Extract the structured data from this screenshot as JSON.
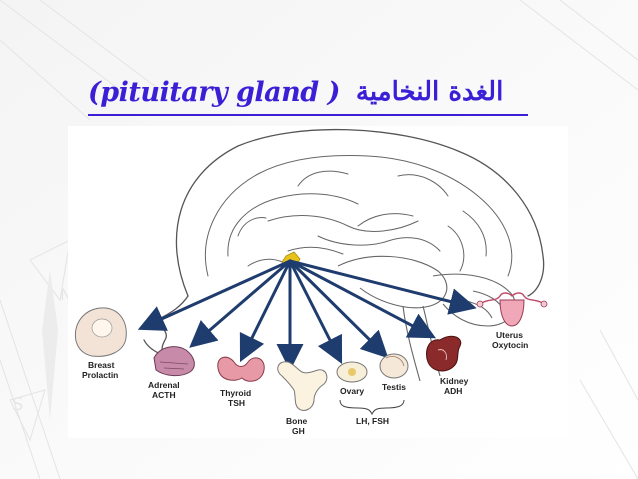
{
  "title": {
    "english": "(pituitary gland )",
    "arabic": "الغدة النخامية"
  },
  "colors": {
    "title": "#3a1fd6",
    "arrow": "#1f3c6e",
    "gland": "#e8c21a"
  },
  "targets": [
    {
      "line1": "Breast",
      "line2": "Prolactin"
    },
    {
      "line1": "Adrenal",
      "line2": "ACTH"
    },
    {
      "line1": "Thyroid",
      "line2": "TSH"
    },
    {
      "line1": "Bone",
      "line2": "GH"
    },
    {
      "line1": "Ovary",
      "line2": ""
    },
    {
      "line1": "Testis",
      "line2": ""
    },
    {
      "line1": "Kidney",
      "line2": "ADH"
    },
    {
      "line1": "Uterus",
      "line2": "Oxytocin"
    }
  ],
  "gonad_hormones": "LH, FSH"
}
